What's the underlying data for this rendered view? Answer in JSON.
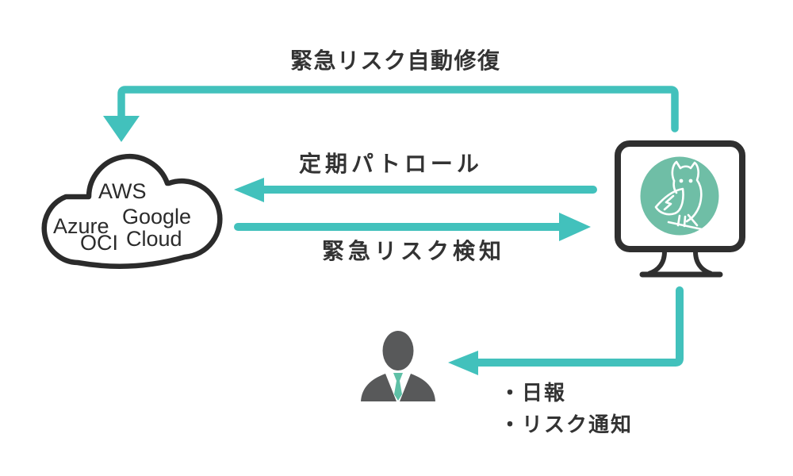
{
  "diagram": {
    "flows": {
      "auto_repair": "緊急リスク自動修復",
      "patrol": "定期パトロール",
      "detect": "緊急リスク検知"
    },
    "reports": [
      "・日報",
      "・リスク通知"
    ],
    "cloud": {
      "lines": [
        "AWS",
        "Google",
        "Azure",
        "Cloud",
        "OCI"
      ],
      "providers": [
        "AWS",
        "Azure",
        "Google Cloud",
        "OCI"
      ]
    },
    "icons": {
      "cloud": "multi-cloud-outline",
      "monitor": "desktop-monitor",
      "owl": "owl-with-lightning-badge",
      "person": "business-person"
    },
    "colors": {
      "arrow_teal": "#42c1bc",
      "text_dark": "#333333",
      "outline_dark": "#2b2b2b",
      "owl_badge_green": "#6fbea6",
      "person_gray": "#58595a",
      "tie_green": "#5ec0a6"
    }
  }
}
